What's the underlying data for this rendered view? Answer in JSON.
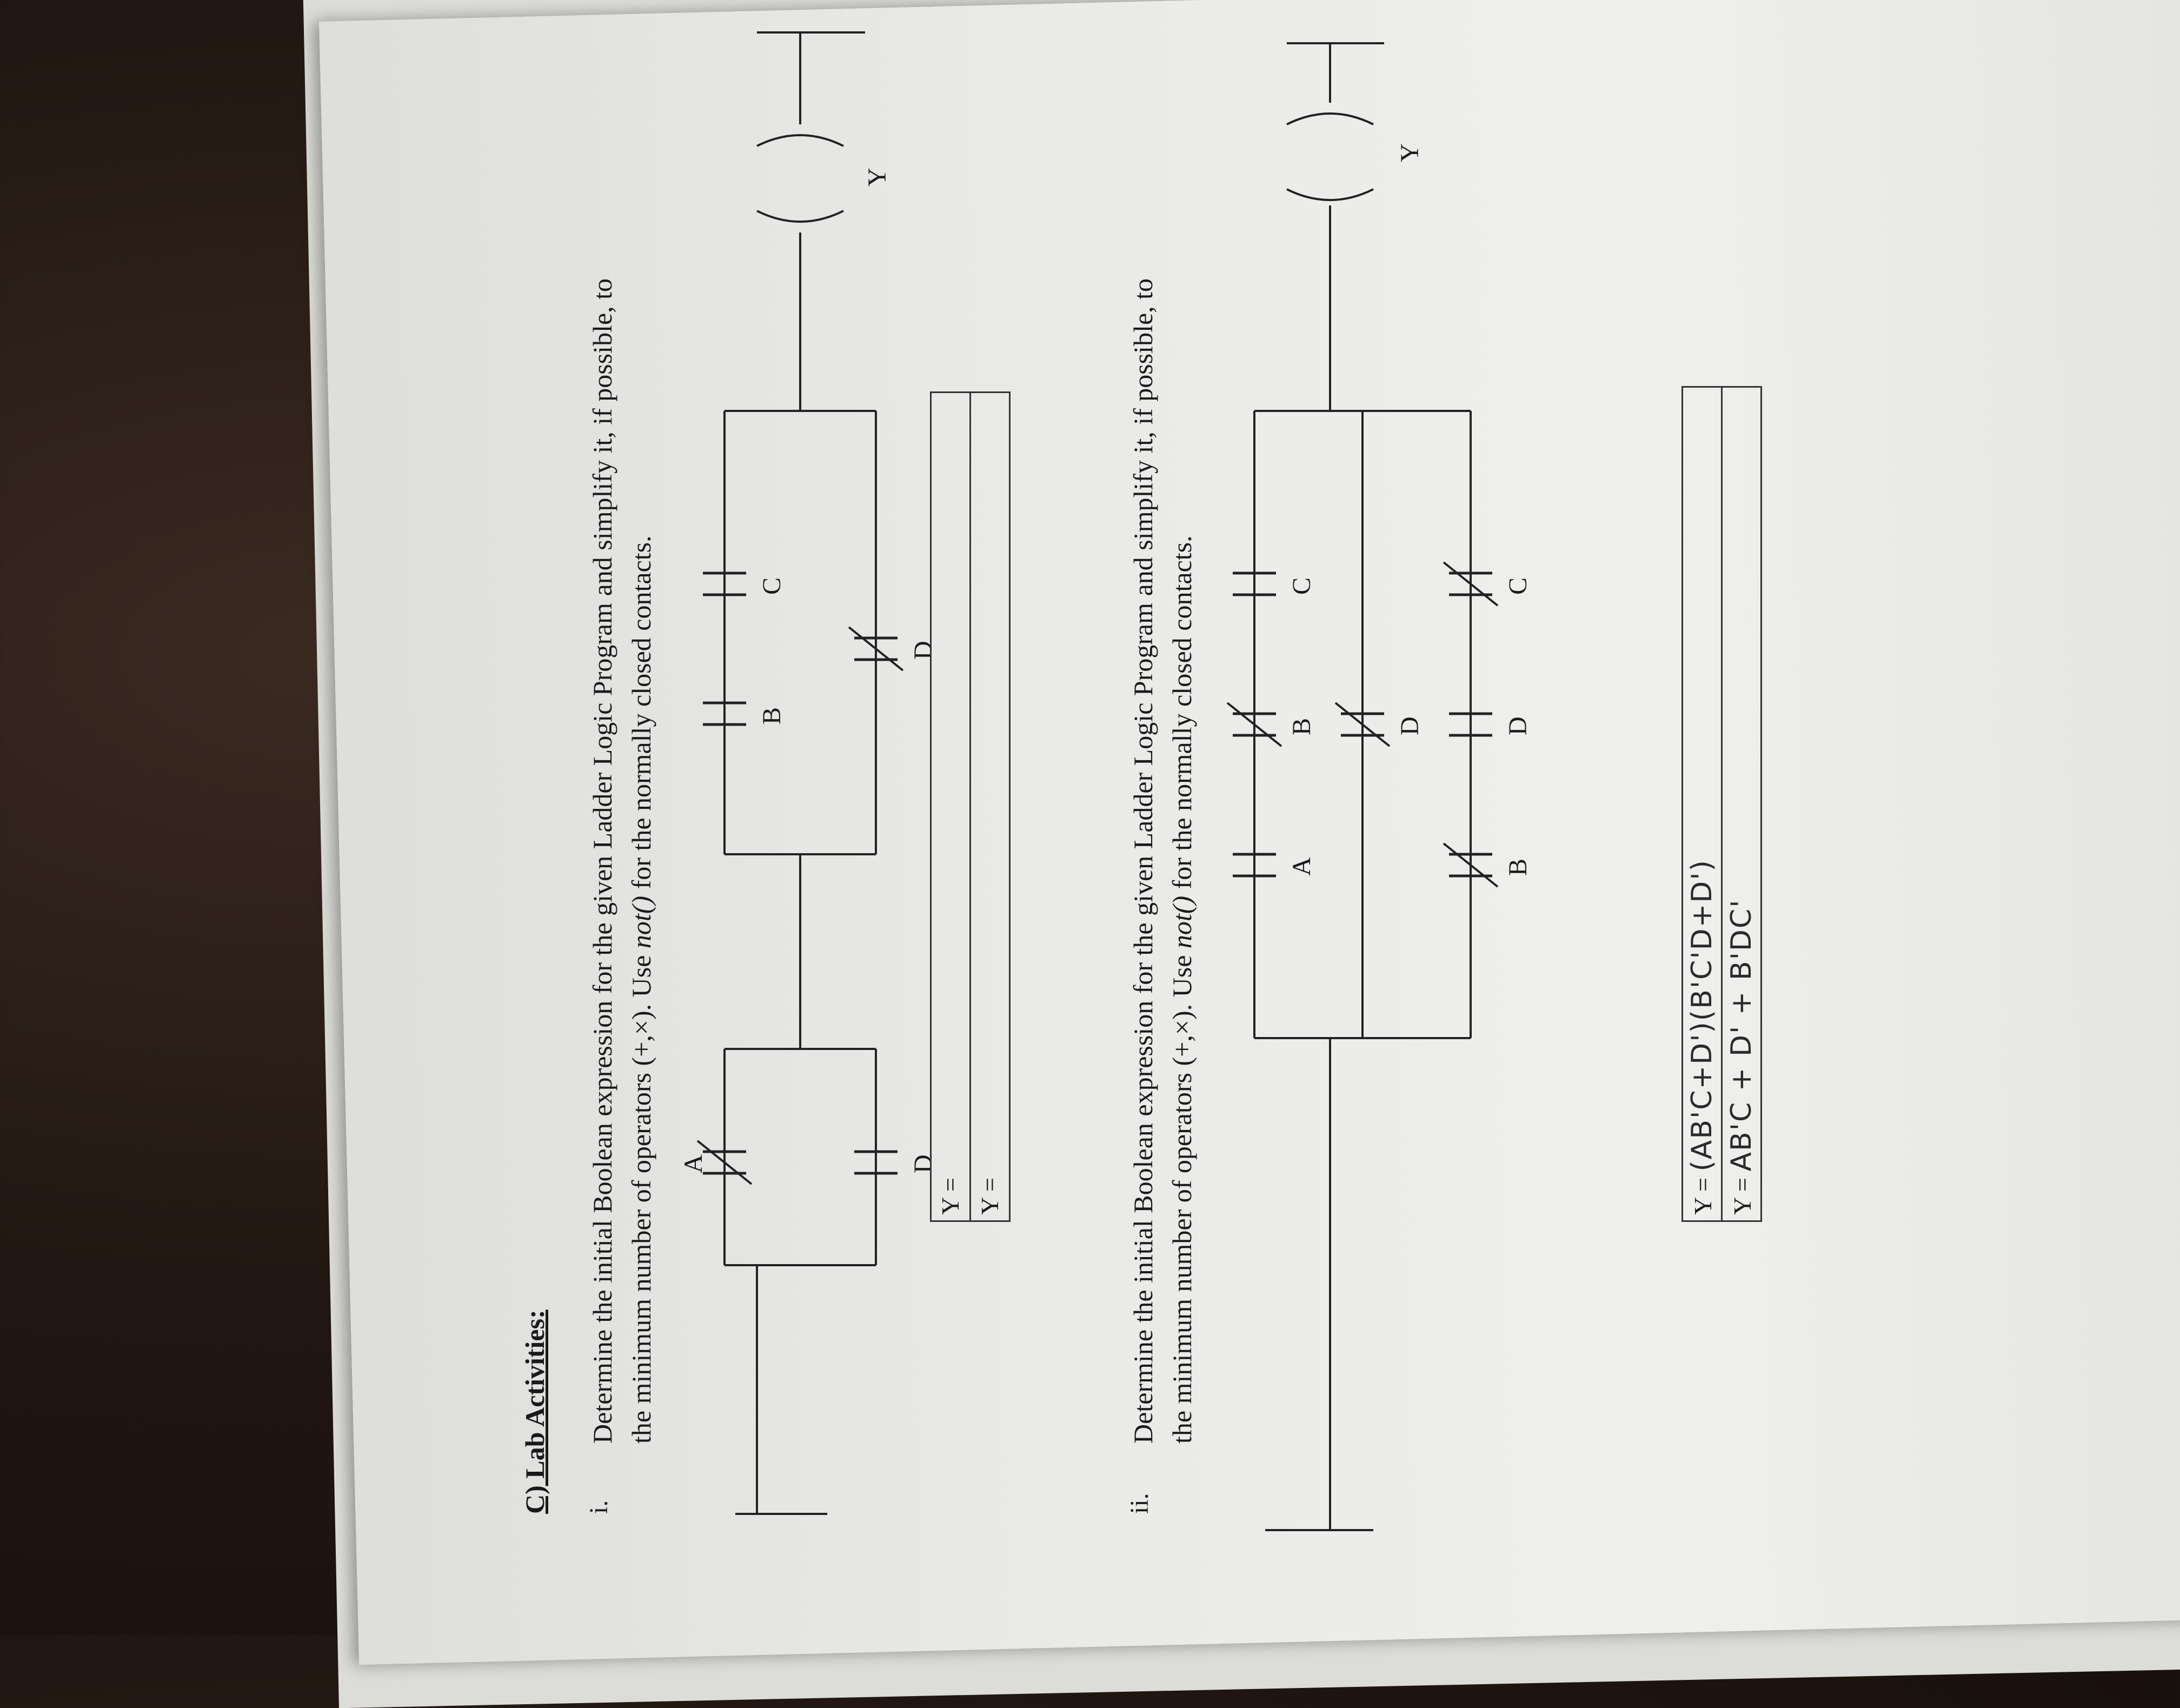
{
  "section": {
    "heading": "C) Lab Activities:"
  },
  "question1": {
    "number": "i.",
    "text_main": "Determine the initial Boolean expression for the given Ladder Logic Program and simplify it, if possible, to the minimum number of operators (+,×). Use",
    "text_ital": "not()",
    "text_end": " for the normally closed contacts.",
    "contacts": {
      "a": "A",
      "d1": "D",
      "b": "B",
      "c": "C",
      "d2": "D"
    },
    "coil": "Y",
    "answer_rows": [
      "Y =",
      "Y ="
    ]
  },
  "question2": {
    "number": "ii.",
    "text_main": "Determine the initial Boolean expression for the given Ladder Logic Program and simplify it, if possible, to the minimum number of operators (+,×). Use",
    "text_ital": "not()",
    "text_end": " for the normally closed contacts.",
    "contacts": {
      "a": "A",
      "b1": "B",
      "c1": "C",
      "d1": "D",
      "b2": "B",
      "d2": "D",
      "c2": "C"
    },
    "coil": "Y",
    "answer_rows": [
      "Y =",
      "Y ="
    ],
    "handwritten": [
      "(AB'C+D')(B'C'D+D')",
      "AB'C + D' + B'DC'"
    ]
  }
}
